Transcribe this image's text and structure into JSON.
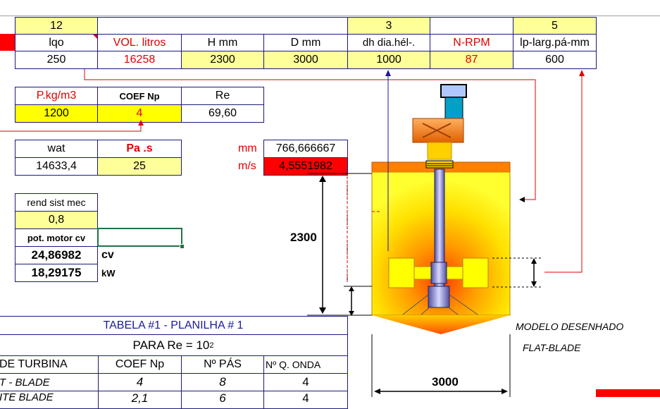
{
  "top_row": {
    "lqo_idx": "12",
    "dh_idx": "3",
    "lp_idx": "5"
  },
  "headers": {
    "lqo": "lqo",
    "vol": "VOL. litros",
    "h": "H mm",
    "d": "D mm",
    "dh": "dh dia.hél-.",
    "nrpm": "N-RPM",
    "lp": "lp-larg.pá-mm"
  },
  "values": {
    "lqo": "250",
    "vol": "16258",
    "h": "2300",
    "d": "3000",
    "dh": "1000",
    "nrpm": "87",
    "lp": "600"
  },
  "density": {
    "label": "P.kg/m3",
    "value": "1200"
  },
  "coef": {
    "label": "COEF  Np",
    "value": "4"
  },
  "re": {
    "label": "Re",
    "value": "69,60"
  },
  "wat": {
    "label": "wat",
    "value": "14633,4"
  },
  "pas": {
    "label": "Pa .s",
    "value": "25"
  },
  "speed": {
    "mm_label": "mm",
    "mm_value": "766,666667",
    "ms_label": "m/s",
    "ms_value": "4,5551982"
  },
  "rend": {
    "label": "rend sist mec",
    "value": "0,8",
    "motor_label": "pot. motor cv",
    "cv_value": "24,86982",
    "cv_unit": "cv",
    "kw_value": "18,29175",
    "kw_unit": "kW"
  },
  "diagram": {
    "height_label": "2300",
    "width_label": "3000",
    "model_label": "MODELO DESENHADO",
    "type_label": "FLAT-BLADE"
  },
  "table": {
    "title": "TABELA #1 - PLANILHA # 1",
    "subtitle": "PARA Re = 10",
    "subtitle_sup": "2",
    "headers": [
      "DE TURBINA",
      "COEF Np",
      "Nº PÁS",
      "Nº Q. ONDA"
    ],
    "row1": [
      "T - BLADE",
      "4",
      "8",
      "4"
    ],
    "row2": [
      "ITE BLADE",
      "2,1",
      "6",
      "4"
    ]
  },
  "colors": {
    "grid_border": "#1a1a7a",
    "light_yellow": "#ffff99",
    "yellow": "#ffff00",
    "red": "#e00000",
    "tank_orange": "#ff8c00"
  }
}
